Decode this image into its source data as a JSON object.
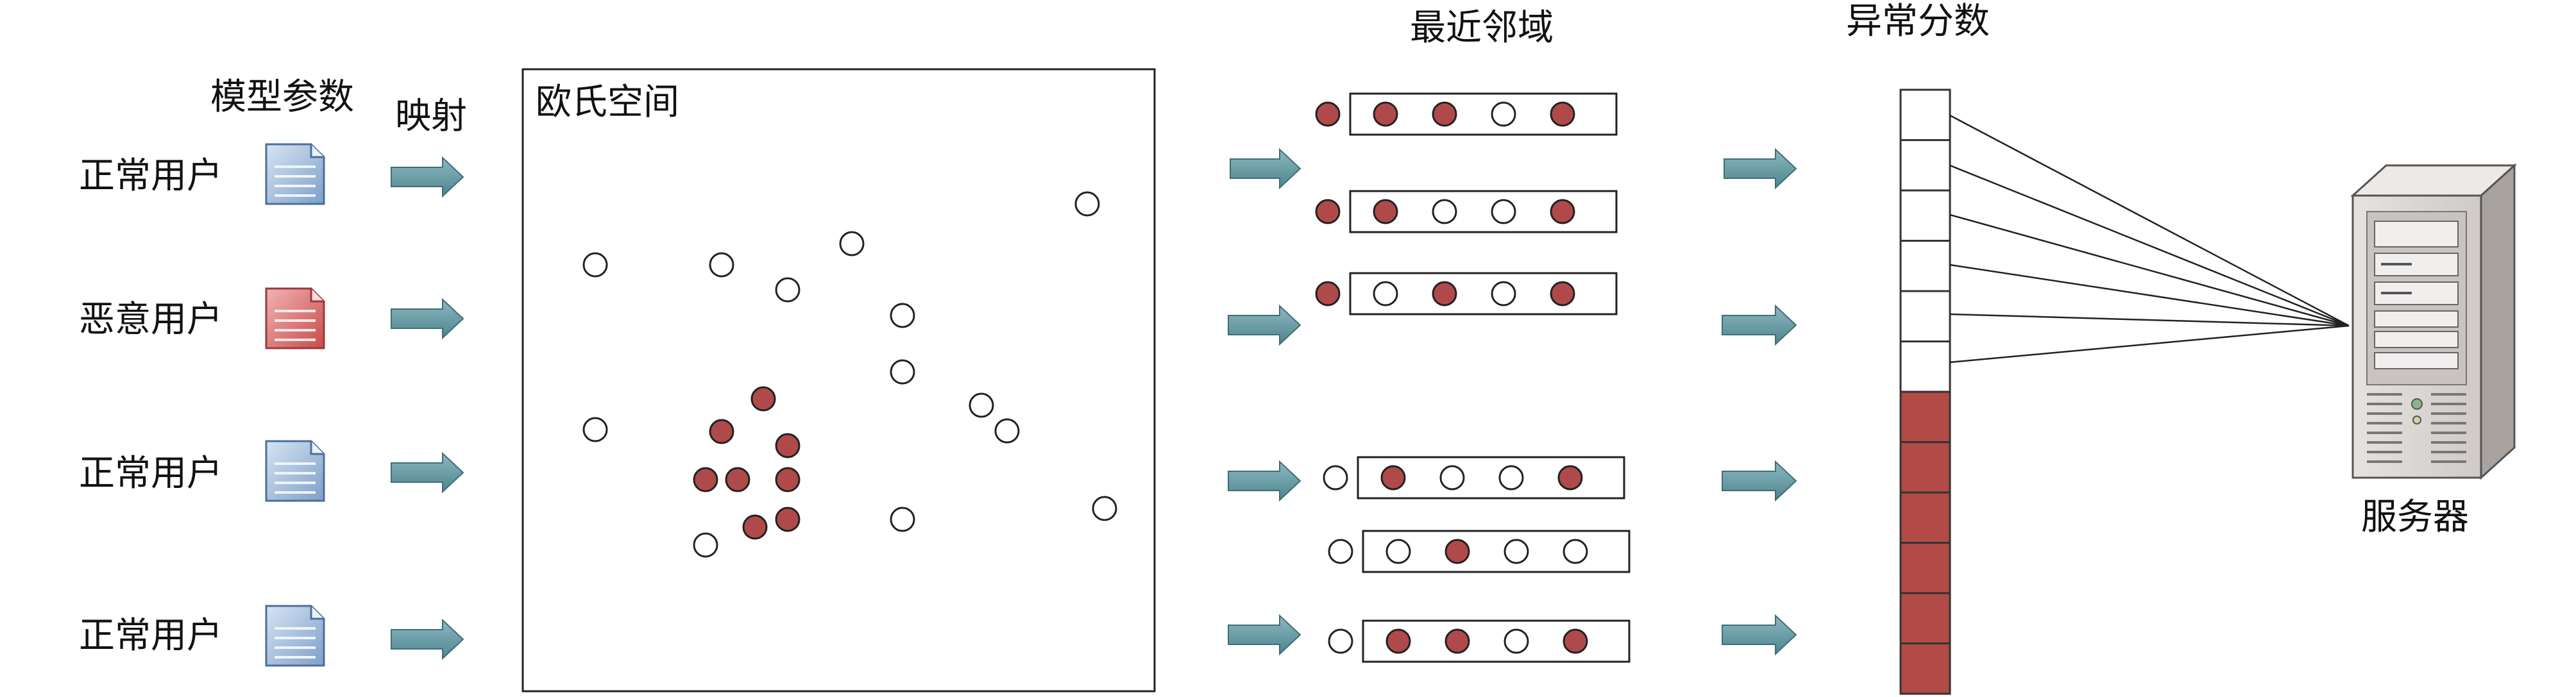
{
  "labels": {
    "model_params": "模型参数",
    "mapping": "映射",
    "euclidean_space": "欧氏空间",
    "nearest_neighbors": "最近邻域",
    "anomaly_score": "异常分数",
    "server": "服务器"
  },
  "users": [
    {
      "label": "正常用户",
      "type": "normal"
    },
    {
      "label": "恶意用户",
      "type": "malicious"
    },
    {
      "label": "正常用户",
      "type": "normal"
    },
    {
      "label": "正常用户",
      "type": "normal"
    }
  ],
  "neighbor_rows": [
    {
      "query": "red",
      "neighbors": [
        "red",
        "red",
        "white",
        "red"
      ]
    },
    {
      "query": "red",
      "neighbors": [
        "red",
        "white",
        "white",
        "red"
      ]
    },
    {
      "query": "red",
      "neighbors": [
        "white",
        "red",
        "white",
        "red"
      ]
    },
    {
      "query": "white",
      "neighbors": [
        "red",
        "white",
        "white",
        "red"
      ]
    },
    {
      "query": "white",
      "neighbors": [
        "white",
        "red",
        "white",
        "white"
      ]
    },
    {
      "query": "white",
      "neighbors": [
        "red",
        "red",
        "white",
        "red"
      ]
    }
  ],
  "score_cells": [
    "white",
    "white",
    "white",
    "white",
    "white",
    "white",
    "red",
    "red",
    "red",
    "red",
    "red",
    "red"
  ],
  "colors": {
    "red_point": "#B04A4A",
    "arrow": "#6A9DA6",
    "doc_normal": "#9EB9D8",
    "doc_malicious": "#D46A6A",
    "score_red": "#B24A46",
    "server_body": "#D8D4D2"
  }
}
